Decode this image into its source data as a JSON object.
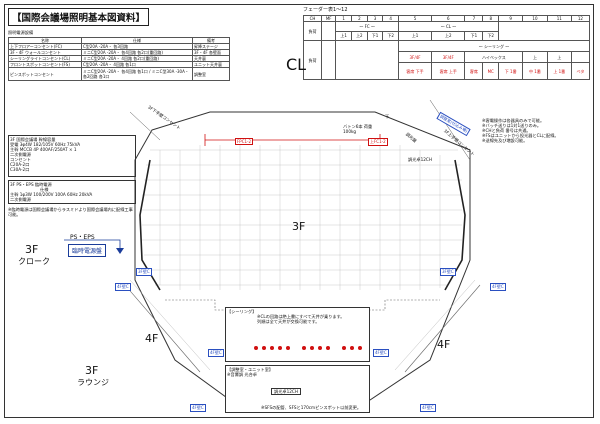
{
  "title": "【国際会議場照明基本図資料】",
  "power_table": {
    "caption": "照明電源設備",
    "headers": [
      "名称",
      "仕様",
      "備考"
    ],
    "rows": [
      [
        "上下フロアーコンセント(FC)",
        "C型20A -20A・ 各3回路",
        "昇降ステージ"
      ],
      [
        "3F・4F ウォールコンセント",
        "ミニC型20A -20A・ 各4回路 各2口(重回路)",
        "3F・4F 各壁面"
      ],
      [
        "シーリングライトコンセント(CL)",
        "ミニC型20A -20A・ 4回路 各2口(重回路)",
        "天井裏"
      ],
      [
        "フロントスポットコンセント(FS)",
        "C型20A -20A・ 4回路 各1口",
        "ユニット天井裏"
      ],
      [
        "ピンスポットコンセント",
        "ミニC型20A -20A・ 各4回路 各1口 / ミニC型30A -30A・ 各2回路 各1口",
        "調整室"
      ]
    ]
  },
  "fader_table": {
    "caption": "フェーダー表1〜12",
    "headers": [
      "CH",
      "MF",
      "1",
      "2",
      "3",
      "4",
      "5",
      "6",
      "7",
      "8",
      "9",
      "10",
      "11",
      "12"
    ],
    "row1_label": "負荷",
    "row1_groups": [
      "〜 FC 〜",
      "〜 CL 〜"
    ],
    "row1_cells": [
      "上1",
      "上2",
      "下1",
      "下2",
      "上1",
      "上2",
      "下1",
      "下2"
    ],
    "row2_label": "負荷",
    "row2_group": "〜 シーリング 〜",
    "row2_sub": [
      "3F/4F",
      "3F/4F",
      "ハイベックス",
      "上",
      "上"
    ],
    "row2_cells": [
      "客席 下手",
      "客席 上手",
      "客席",
      "MC",
      "下 1番",
      "中 1番",
      "上 1番",
      "ベタ"
    ]
  },
  "feed_3f": {
    "header": "3F 国際会議場 幹線容量",
    "line1": "受電 3φ4W 182/105V 60Hz 75kVA",
    "line2": "主幹 MCCB 4P 400AF/250AT × 1",
    "sub1": "二次側電源",
    "sub1_detail": "コンセント",
    "c1": "C20A-2口",
    "c2": "C30A-2口"
  },
  "feed_eps": {
    "header": "3F PS・EPS 臨時電源",
    "line0": "仕様",
    "line1": "主幹 1φ3W 100/200V 100A 60Hz 20kVA",
    "sub1": "二次側電源",
    "note": "※臨時電源は国際会議場からラスミドより国際会議場内に配線工事可能。"
  },
  "notes": [
    "※客電操作は各器具のみで可能。",
    "※バッチ送りは1対1送りのみ。",
    "※CHと負荷 番号は共通。",
    "※FSはユニットから投光器とCLに配線。",
    "※送線先及び増設可能。"
  ],
  "stage_label": "3F",
  "cl_label": "CL",
  "room_left_floor": "3F",
  "room_left_name": "クローク",
  "room_left2_floor": "3F",
  "room_left2_name": "ラウンジ",
  "floor_4f_left": "4F",
  "floor_4f_right": "4F",
  "ps_eps": "PS・EPS",
  "temp_power": "臨時電源盤",
  "baton": "バトン6本 荷重100kg",
  "fpc1": "FPC1-2",
  "fpc2": "上FC1-2",
  "light_tower": "調整室(仕込み場)",
  "left_diag": "3F下手壁コンセント",
  "right_diag1": "調光盤",
  "right_diag2": "3F上手壁コンセント",
  "light12": "調光卓12CH",
  "seiling_box": {
    "header": "【シーリング】",
    "line1": "※CLの回路は絶上書にすべて天井が乗ります。",
    "line2": "列順は全て天井が交換可能です。"
  },
  "control_room": {
    "header": "【調整室・ユニット室】",
    "line1": "※音響調 光合卓",
    "dimmer": "調光卓12CH",
    "foot": "※SFSの配管、SFSと170cmピンスポット以前変更。"
  },
  "wall_tags": [
    "3F壁C",
    "3F壁C",
    "4F壁C",
    "4F壁C",
    "4F壁C",
    "4F壁C",
    "4F壁C",
    "4F壁C"
  ],
  "stairs": "階段",
  "marker": "下"
}
